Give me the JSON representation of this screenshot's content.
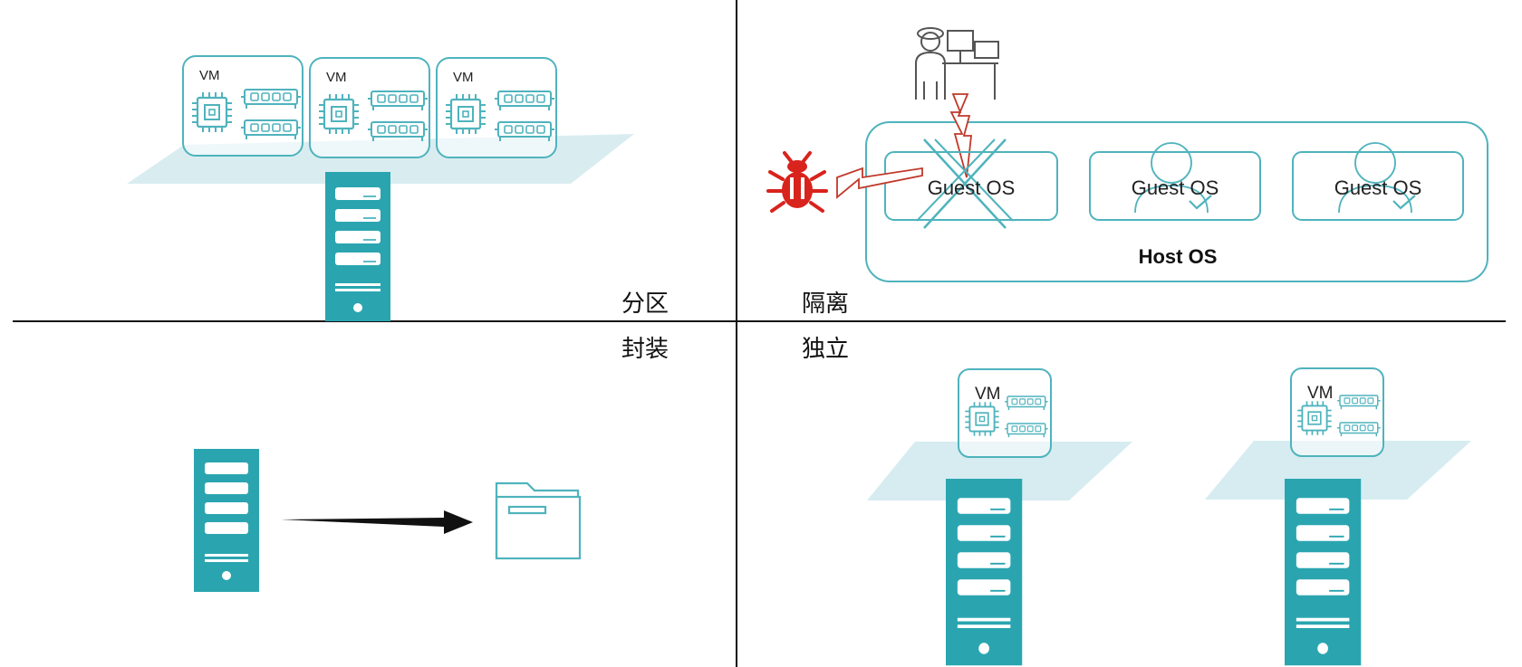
{
  "quadrants": {
    "partition": {
      "label": "分区",
      "vm_labels": [
        "VM",
        "VM",
        "VM"
      ]
    },
    "isolation": {
      "label": "隔离",
      "guest_labels": [
        "Guest OS",
        "Guest OS",
        "Guest OS"
      ],
      "host_label": "Host OS"
    },
    "encapsulation": {
      "label": "封装"
    },
    "independence": {
      "label": "独立",
      "vm_labels": [
        "VM",
        "VM"
      ]
    }
  },
  "colors": {
    "teal": "#2aa5b0",
    "teal_light": "#cfe9ee",
    "outline": "#4fb3bd",
    "threat": "#d9231d",
    "divider": "#111111"
  },
  "icons": [
    "cpu-chip-icon",
    "memory-module-icon",
    "server-tower-icon",
    "bug-icon",
    "lightning-icon",
    "hacker-at-desk-icon",
    "user-check-icon",
    "folder-icon",
    "arrow-right-icon"
  ]
}
